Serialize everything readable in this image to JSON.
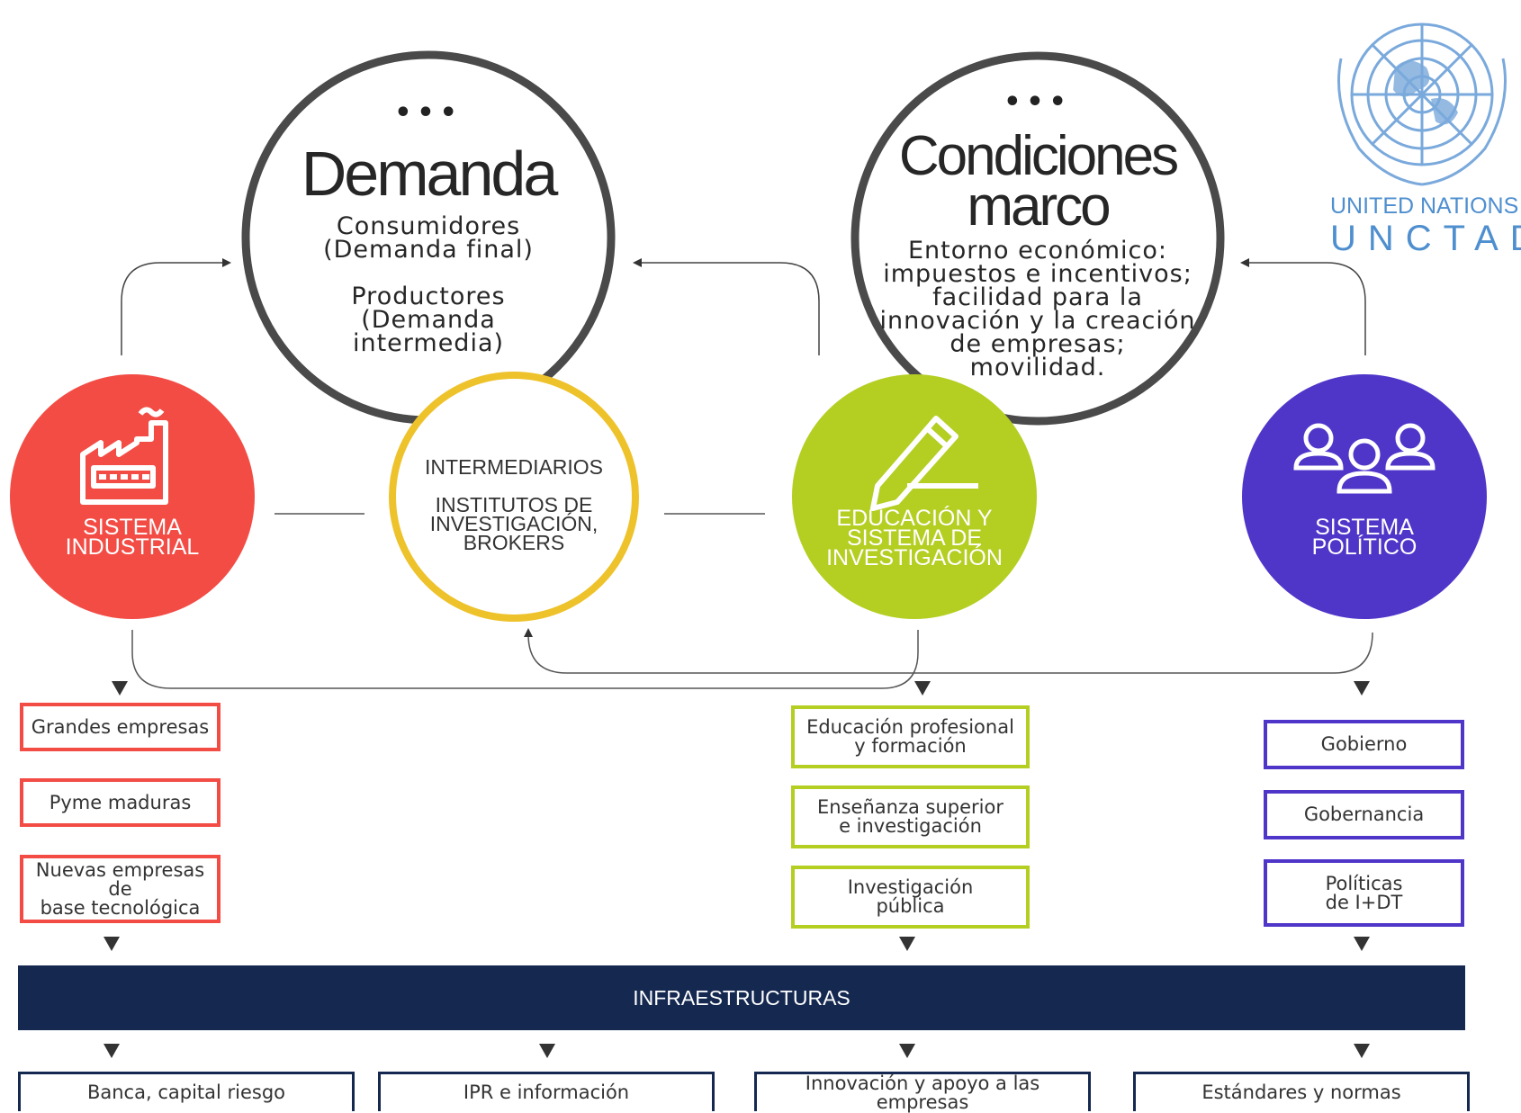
{
  "logo": {
    "line1": "UNITED NATIONS",
    "line2": "UNCTAD",
    "color": "#4f8fcf"
  },
  "top_circles": {
    "demand": {
      "dots": "•••",
      "title": "Demanda",
      "line1": "Consumidores",
      "line2": "(Demanda final)",
      "line3": "Productores",
      "line4": "(Demanda",
      "line5": "intermedia)"
    },
    "framework": {
      "dots": "•••",
      "title1": "Condiciones",
      "title2": "marco",
      "line1": "Entorno económico:",
      "line2": "impuestos e incentivos;",
      "line3": "facilidad para la",
      "line4": "innovación y la creación",
      "line5": "de empresas;",
      "line6": "movilidad."
    }
  },
  "nodes": {
    "industrial": {
      "line1": "SISTEMA",
      "line2": "INDUSTRIAL",
      "color": "#f24c45",
      "icon": "factory-icon"
    },
    "intermediaries": {
      "line1": "INTERMEDIARIOS",
      "line2": "INSTITUTOS DE",
      "line3": "INVESTIGACIÓN,",
      "line4": "BROKERS",
      "color": "#eec22b"
    },
    "education": {
      "line1": "EDUCACIÓN Y",
      "line2": "SISTEMA DE",
      "line3": "INVESTIGACIÓN",
      "color": "#b5ce22",
      "icon": "pencil-icon"
    },
    "political": {
      "line1": "SISTEMA",
      "line2": "POLÍTICO",
      "color": "#5035c9",
      "icon": "people-icon"
    }
  },
  "industrial_boxes": [
    {
      "line1": "Grandes empresas",
      "line2": ""
    },
    {
      "line1": "Pyme maduras",
      "line2": ""
    },
    {
      "line1": "Nuevas empresas de",
      "line2": "base tecnológica"
    }
  ],
  "education_boxes": [
    {
      "line1": "Educación profesional",
      "line2": "y formación"
    },
    {
      "line1": "Enseñanza superior",
      "line2": "e investigación"
    },
    {
      "line1": "Investigación",
      "line2": "pública"
    }
  ],
  "political_boxes": [
    {
      "line1": "Gobierno",
      "line2": ""
    },
    {
      "line1": "Gobernancia",
      "line2": ""
    },
    {
      "line1": "Políticas",
      "line2": "de I+DT"
    }
  ],
  "infrastructure": {
    "label": "INFRAESTRUCTURAS",
    "color": "#152850"
  },
  "bottom_boxes": [
    "Banca, capital riesgo",
    "IPR e información",
    "Innovación y apoyo a las empresas",
    "Estándares y normas"
  ]
}
